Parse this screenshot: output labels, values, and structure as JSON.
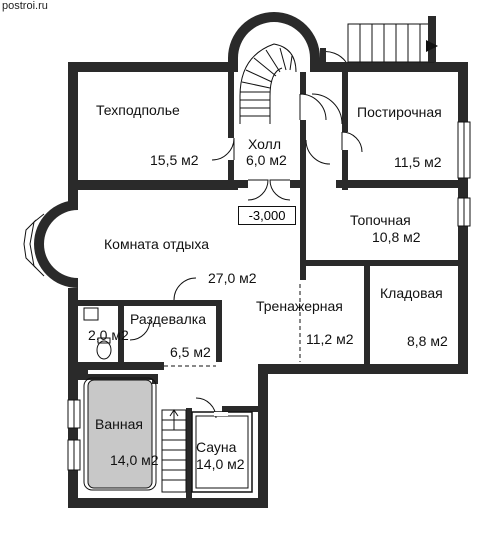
{
  "site": "postroi.ru",
  "level_mark": "-3,000",
  "rooms": {
    "tehpodpole": {
      "name": "Техподполье",
      "area": "15,5 м2"
    },
    "holl": {
      "name": "Холл",
      "area": "6,0 м2"
    },
    "postirochnaya": {
      "name": "Постирочная",
      "area": "11,5 м2"
    },
    "topochnaya": {
      "name": "Топочная",
      "area": "10,8 м2"
    },
    "komnata_otdyha": {
      "name": "Комната отдыха",
      "area": "27,0 м2"
    },
    "trenazhernaya": {
      "name": "Тренажерная",
      "area": "11,2 м2"
    },
    "kladovaya": {
      "name": "Кладовая",
      "area": "8,8 м2"
    },
    "wc": {
      "area": "2,0 м2"
    },
    "razdevalka": {
      "name": "Раздевалка",
      "area": "6,5 м2"
    },
    "vannaya": {
      "name": "Ванная",
      "area": "14,0 м2"
    },
    "sauna": {
      "name": "Сауна",
      "area": "14,0 м2"
    }
  },
  "colors": {
    "wall": "#2a2a2a",
    "pool": "#c8c8c8",
    "line": "#111111"
  }
}
